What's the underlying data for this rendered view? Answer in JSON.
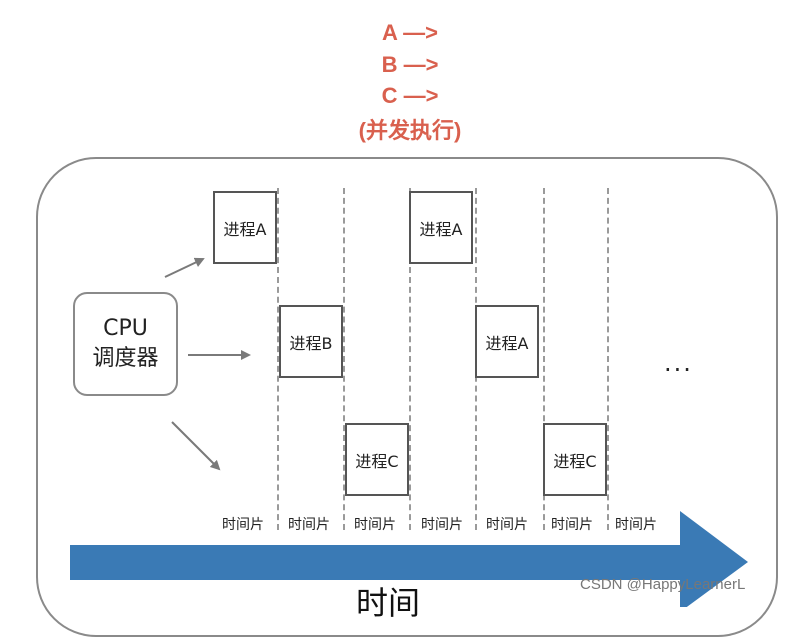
{
  "title": {
    "line1": "A —>",
    "line2": "B —>",
    "line3": "C —>",
    "line4": "(并发执行)"
  },
  "scheduler": {
    "line1": "CPU",
    "line2": "调度器"
  },
  "processes": {
    "p1": "进程A",
    "p2": "进程B",
    "p3": "进程C",
    "p4": "进程A",
    "p5": "进程A",
    "p6": "进程C"
  },
  "time_slices": [
    "时间片",
    "时间片",
    "时间片",
    "时间片",
    "时间片",
    "时间片",
    "时间片"
  ],
  "ellipsis": "···",
  "time_axis_label": "时间",
  "watermark": "CSDN @HappyLearnerL",
  "colors": {
    "title": "#d9604e",
    "time_arrow": "#3a7ab5",
    "border": "#8a8a8a"
  }
}
